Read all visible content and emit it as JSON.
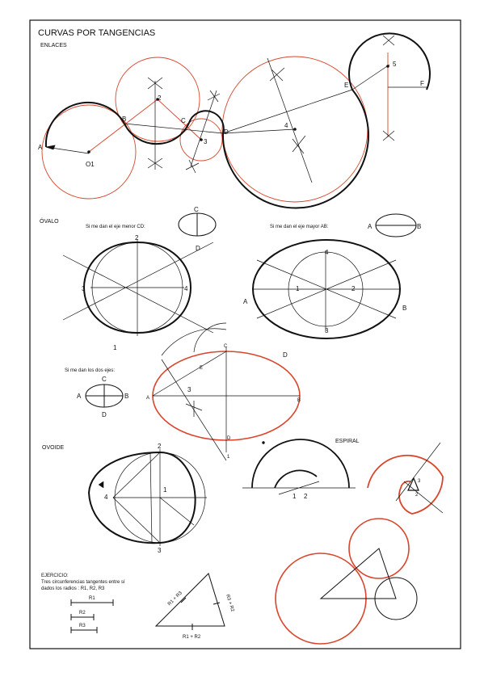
{
  "title": "CURVAS POR TANGENCIAS",
  "colors": {
    "ink": "#111111",
    "accent": "#d9452b"
  },
  "enlaces": {
    "heading": "ENLACES",
    "points": {
      "A": "A",
      "O1": "O1",
      "B": "B",
      "p2": "2",
      "C": "C",
      "p3": "3",
      "D": "D",
      "p4": "4",
      "E": "E",
      "p5": "5",
      "F": "F"
    }
  },
  "ovalo": {
    "heading": "ÓVALO",
    "minor_axis_text": "Si me dan el eje menor CD:",
    "major_axis_text": "Si me dan el eje mayor AB:",
    "both_axes_text": "Si me dan los dos ejes:",
    "points": {
      "C": "C",
      "D": "D",
      "A": "A",
      "B": "B",
      "p1": "1",
      "p2": "2",
      "p3": "3",
      "p4": "4",
      "E": "E"
    }
  },
  "ovoide": {
    "heading": "OVOIDE",
    "points": {
      "p1": "1",
      "p2": "2",
      "p3": "3",
      "p4": "4"
    }
  },
  "espiral": {
    "heading": "ESPIRAL",
    "points": {
      "p1": "1",
      "p2": "2",
      "p3": "3"
    }
  },
  "ejercicio": {
    "heading": "EJERCICIO:",
    "line1": "Tres circunferencias tangentes entre sí",
    "line2": "dados los radios : R1, R2, R3",
    "r1": "R1",
    "r2": "R2",
    "r3": "R3",
    "sum12": "R1 + R2",
    "sum13": "R1 + R3",
    "sum23": "R3 + R2"
  }
}
